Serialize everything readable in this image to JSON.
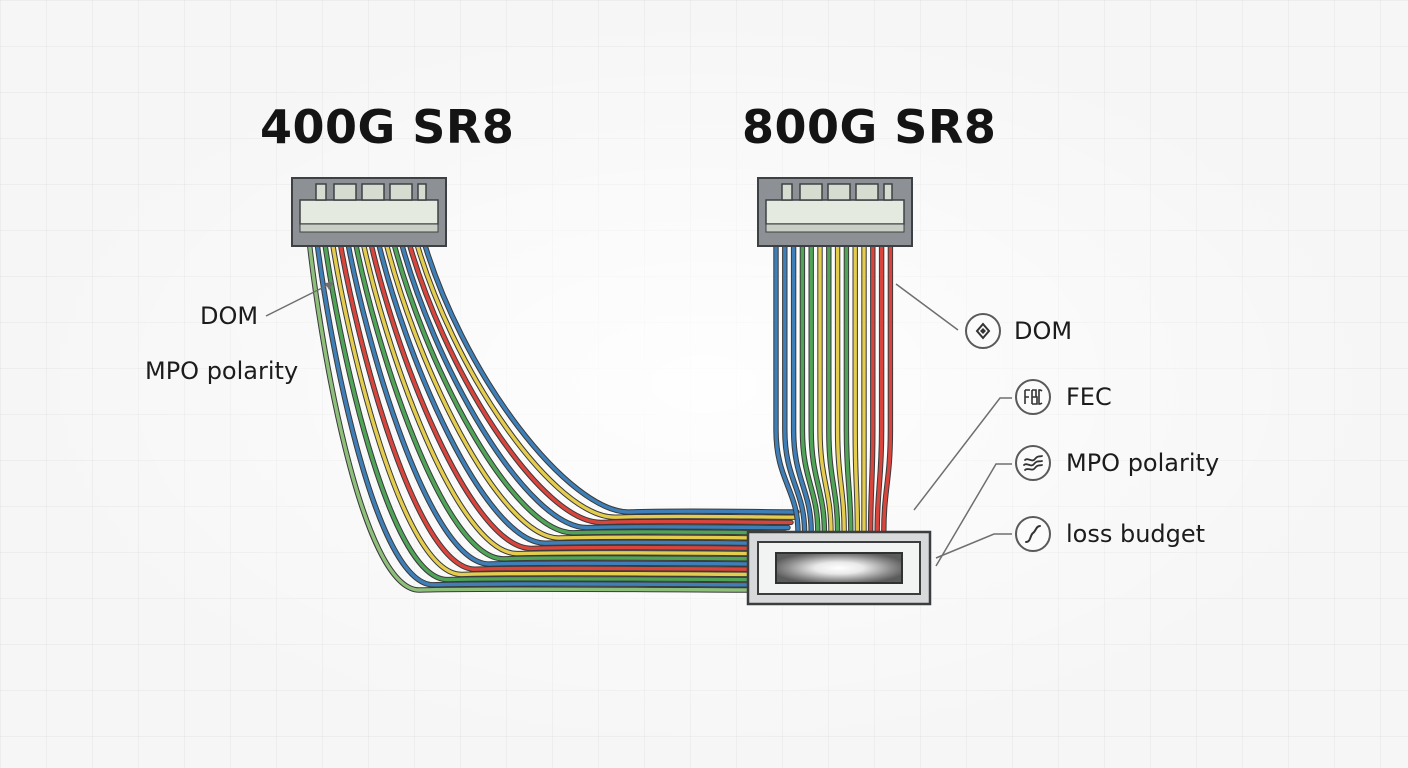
{
  "diagram": {
    "left_module": {
      "title": "400G SR8",
      "labels": {
        "dom": "DOM",
        "mpo_polarity": "MPO polarity"
      }
    },
    "right_module": {
      "title": "800G SR8",
      "labels": {
        "dom": "DOM",
        "fec": "FEC",
        "mpo_polarity": "MPO polarity",
        "loss_budget": "loss budget"
      }
    },
    "icons": [
      "diamond-icon",
      "fec-icon",
      "waves-icon",
      "curve-icon"
    ],
    "fiber_colors": {
      "blue": "#3f7fb8",
      "green": "#4fa457",
      "yellow": "#e3cc4e",
      "red": "#d9453d",
      "light_green": "#8ec07c"
    }
  }
}
